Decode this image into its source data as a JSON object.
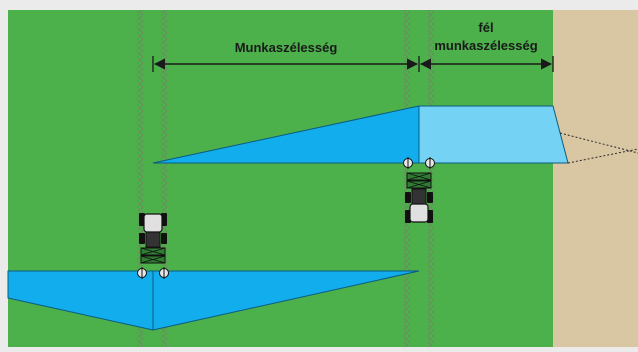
{
  "labels": {
    "working_width": "Munkaszélesség",
    "half_prefix": "fél",
    "half_working_width": "munkaszélesség"
  },
  "colors": {
    "field_green": "#4cb04b",
    "field_edge": "#d9c7a4",
    "outer_bg": "#ebebeb",
    "spray_blue": "#12adec",
    "spray_light_blue": "#74d3f4",
    "tramline": "#5d8a52",
    "label_text": "#1a1a1a"
  },
  "icons": {
    "tractor": "tractor-icon",
    "sprayer_boom": "sprayer-boom-icon",
    "nozzle": "nozzle-icon",
    "arrow": "double-arrow-icon"
  }
}
